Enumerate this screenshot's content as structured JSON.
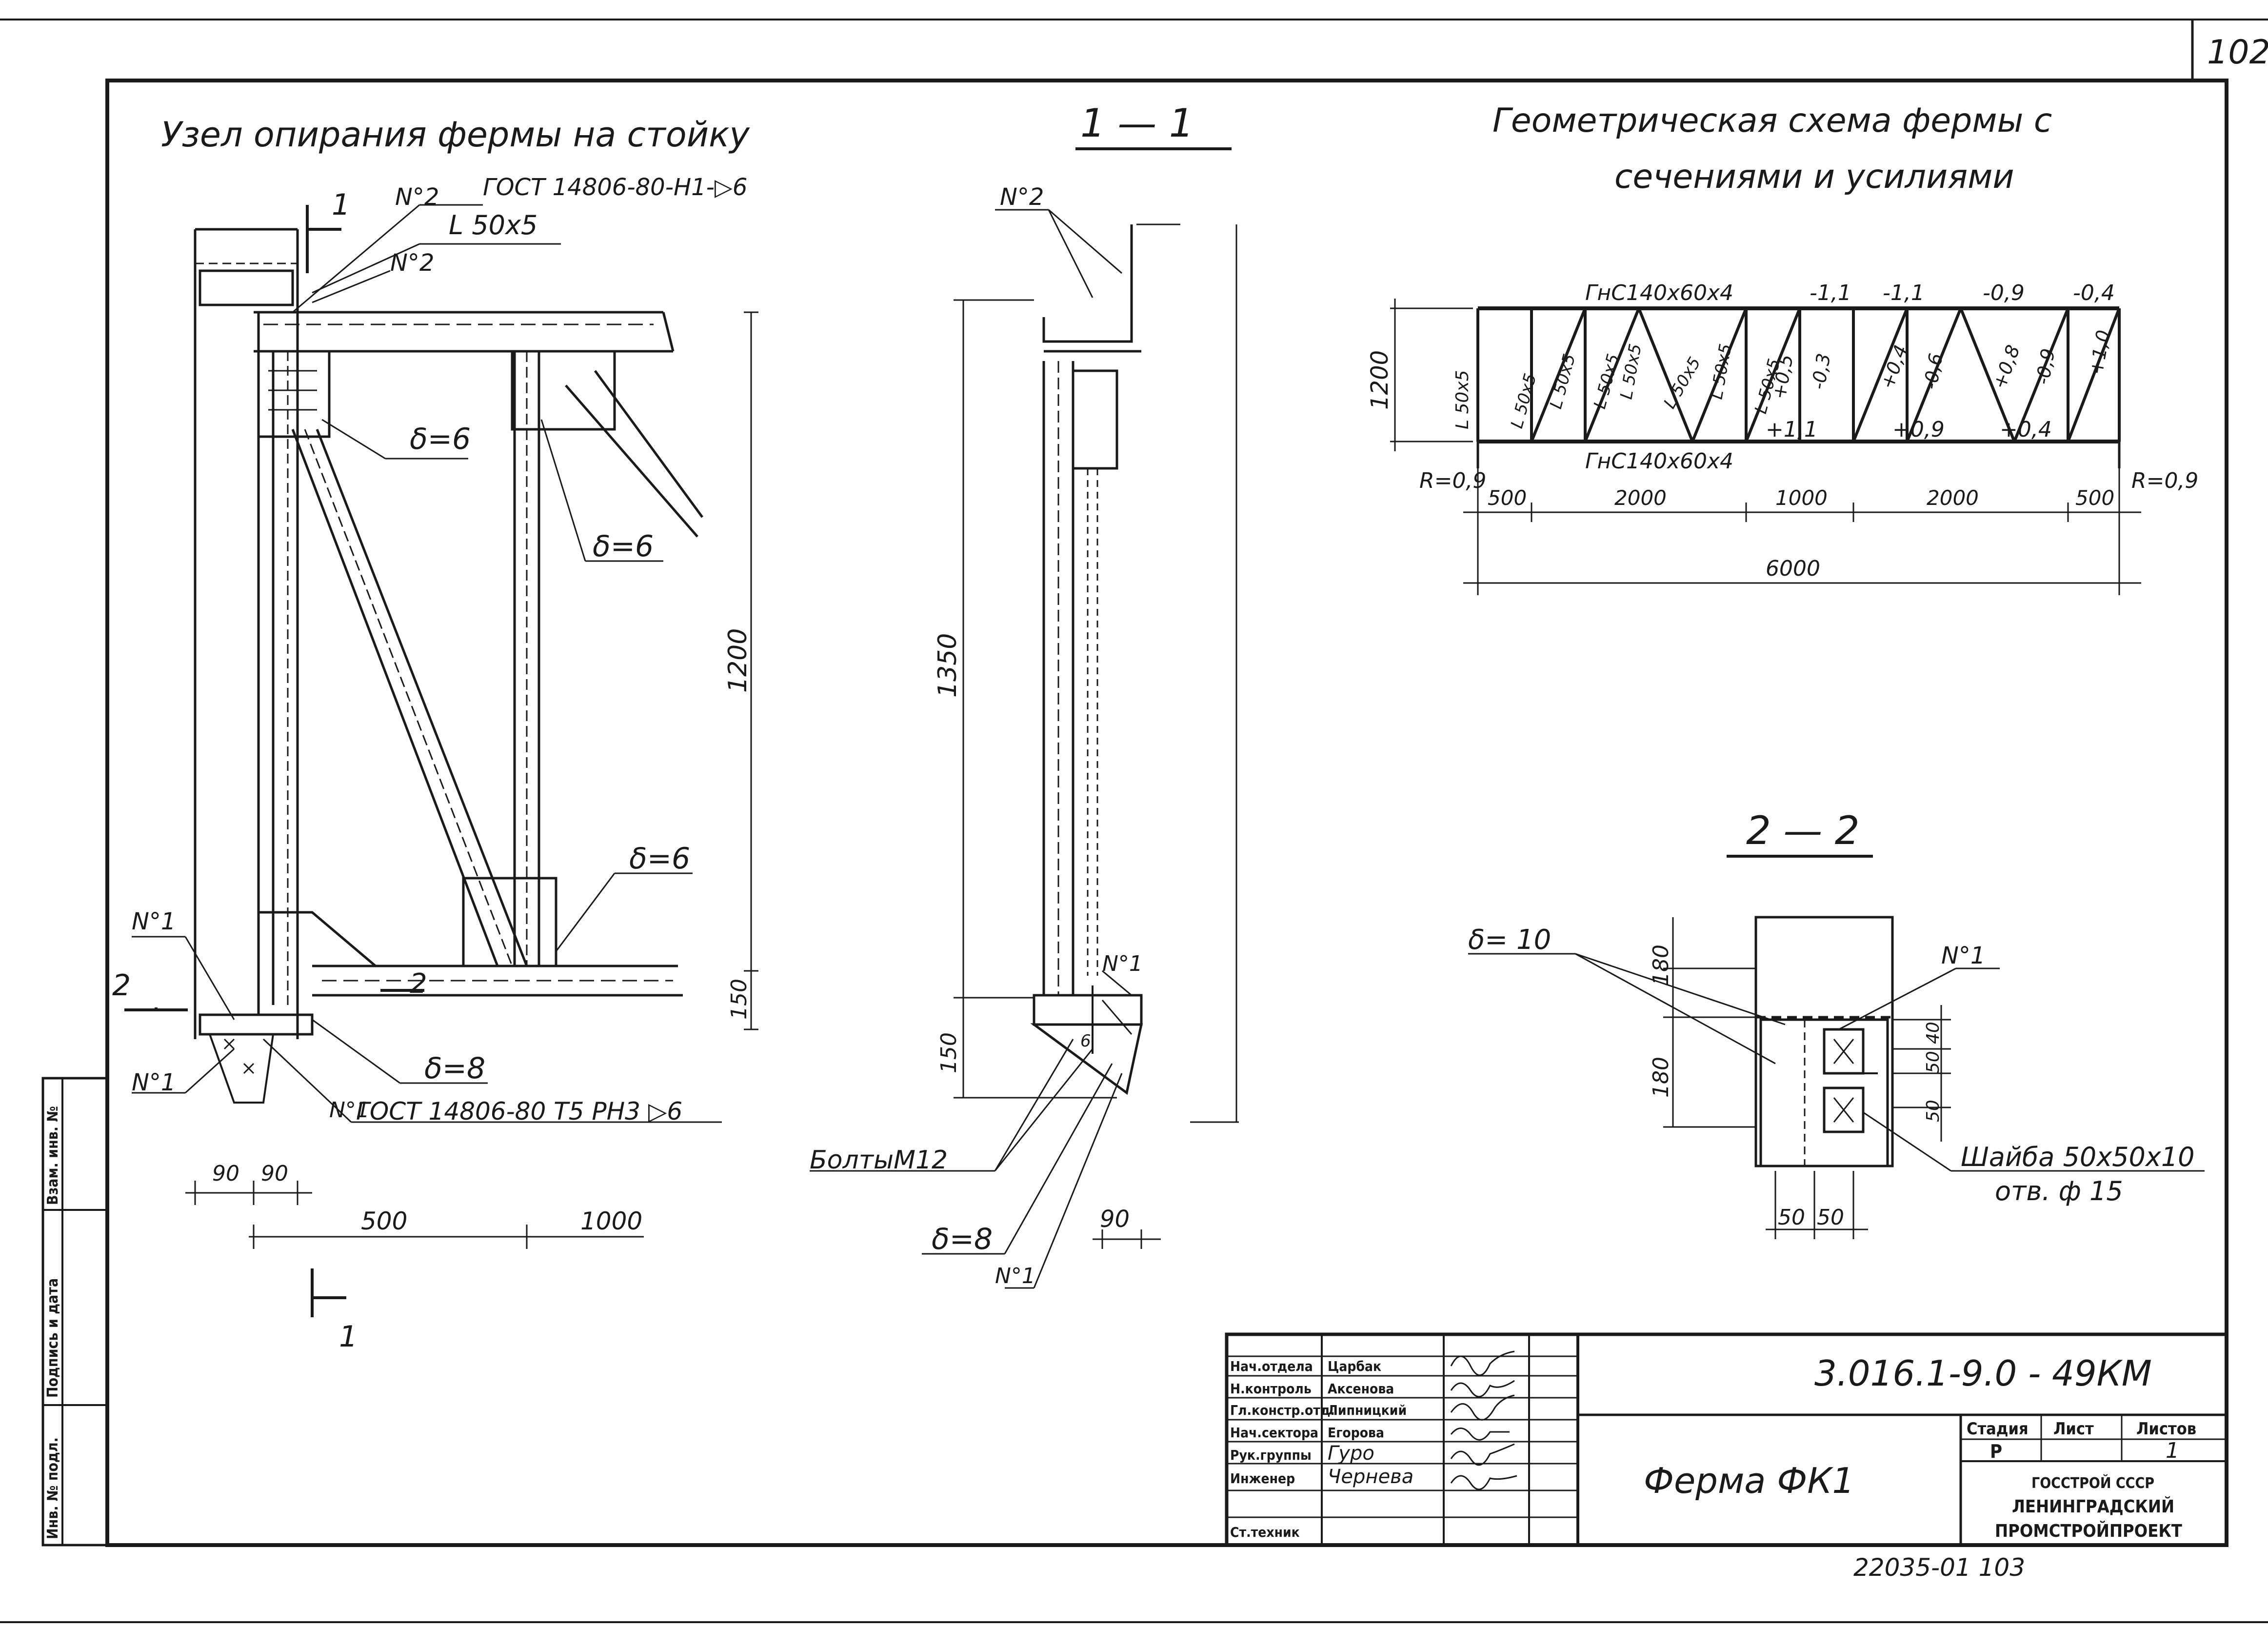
{
  "sheet": {
    "page_number": "102",
    "archive_number": "22035-01  103"
  },
  "left_view": {
    "title": "Узел опирания фермы на стойку",
    "gost_top": "ГОСТ 14806-80-Н1-▷6",
    "gost_bottom": "ГОСТ 14806-80  Т5 РН3 ▷6",
    "weld_mark_2a": "N°2",
    "weld_mark_2b": "N°2",
    "angle": "L 50x5",
    "delta_6a": "δ=6",
    "delta_6b": "δ=6",
    "delta_6c": "δ=6",
    "delta_8": "δ=8",
    "mark_1a": "N°1",
    "mark_1b": "N°1",
    "mark_1c": "N°1",
    "dim_1200": "1200",
    "dim_150": "150",
    "dim_90a": "90",
    "dim_90b": "90",
    "dim_500": "500",
    "dim_1000": "1000",
    "section1_top": "1",
    "section1_bottom": "1",
    "section2_left": "2",
    "section2_right": "2"
  },
  "section_1_1": {
    "title": "1 — 1",
    "mark_2": "N°2",
    "mark_1a": "N°1",
    "mark_1b": "N°1",
    "dim_1350": "1350",
    "dim_150": "150",
    "dim_90": "90",
    "bolts": "БолтыМ12",
    "delta_8": "δ=8",
    "six": "6"
  },
  "geometry": {
    "title_line1": "Геометрическая  схема  фермы  с",
    "title_line2": "сечениями  и  усилиями",
    "top_chord": "ГнС140x60x4",
    "bottom_chord": "ГнС140x60x4",
    "height": "1200",
    "reaction_left": "R=0,9",
    "reaction_right": "R=0,9",
    "top_forces": [
      "-1,1",
      "-1,1",
      "-0,9",
      "-0,4"
    ],
    "member_labels": [
      "L 50x5",
      "L 50x5",
      "L 50x5",
      "L 50x5",
      "L 50x5",
      "L 50x5",
      "L 50x5",
      "L 50x5"
    ],
    "web_forces": [
      "+0,5",
      "-0,3",
      "+0,4",
      "-0,6",
      "+0,8",
      "-0,9",
      "+1,0"
    ],
    "bottom_forces": [
      "+1,1",
      "+0,9",
      "+0,4"
    ],
    "dims": [
      "500",
      "2000",
      "1000",
      "2000",
      "500"
    ],
    "total": "6000"
  },
  "section_2_2": {
    "title": "2 — 2",
    "delta_10": "δ= 10",
    "mark_1": "N°1",
    "dim_180a": "180",
    "dim_180b": "180",
    "dim_40": "40",
    "dim_50a": "50",
    "dim_50b": "50",
    "dim_50c": "50",
    "dim_50d": "50",
    "washer_line1": "Шайба 50x50x10",
    "washer_line2": "отв. ф 15"
  },
  "title_block": {
    "roles": [
      "Нач.отдела",
      "Н.контроль",
      "Гл.констр.отд.",
      "Нач.сектора",
      "Рук.группы",
      "Инженер",
      "Ст.техник"
    ],
    "names": [
      "Царбак",
      "Аксенова",
      "Липницкий",
      "Егорова",
      "Гуро",
      "Чернева",
      ""
    ],
    "designation": "3.016.1-9.0  -  49КМ",
    "name": "Ферма ФК1",
    "stage_h": "Стадия",
    "sheet_h": "Лист",
    "sheets_h": "Листов",
    "stage_v": "Р",
    "sheets_v": "1",
    "org_line1": "ГОССТРОЙ СССР",
    "org_line2": "ЛЕНИНГРАДСКИЙ",
    "org_line3": "ПРОМСТРОЙПРОЕКТ"
  },
  "side_stamp": {
    "col1": "Инв. № подл.",
    "col2": "Подпись и дата",
    "col3": "Взам. инв. №"
  }
}
